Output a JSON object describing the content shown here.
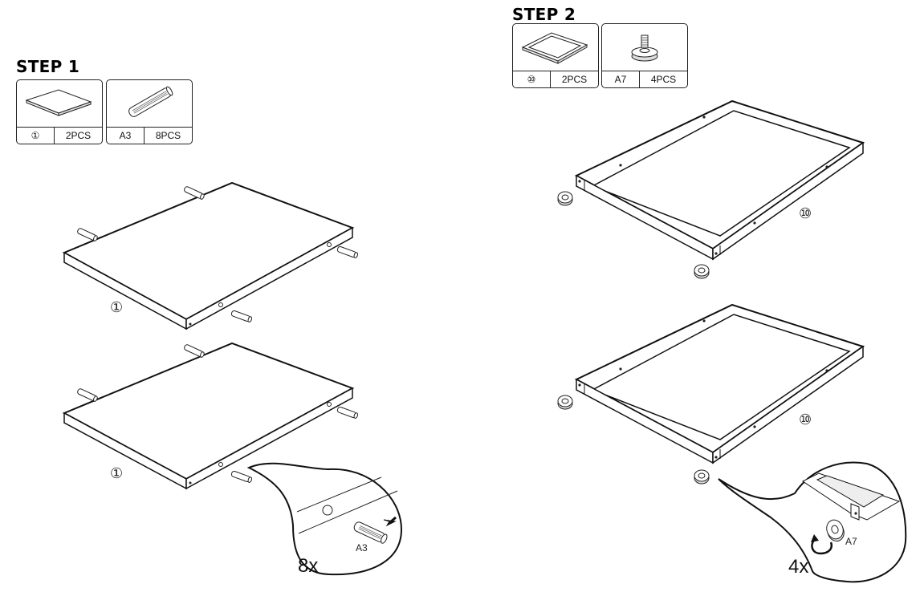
{
  "step1": {
    "title": "STEP 1",
    "parts": [
      {
        "id": "①",
        "qty": "2PCS",
        "icon": "panel-icon"
      },
      {
        "id": "A3",
        "qty": "8PCS",
        "icon": "dowel-icon"
      }
    ],
    "panel_labels": [
      "①",
      "①"
    ],
    "detail": {
      "part_label": "A3",
      "count": "8x"
    }
  },
  "step2": {
    "title": "STEP 2",
    "parts": [
      {
        "id": "⑩",
        "qty": "2PCS",
        "icon": "frame-icon"
      },
      {
        "id": "A7",
        "qty": "4PCS",
        "icon": "leveling-foot-icon"
      }
    ],
    "frame_labels": [
      "⑩",
      "⑩"
    ],
    "detail": {
      "part_label": "A7",
      "count": "4x"
    }
  }
}
